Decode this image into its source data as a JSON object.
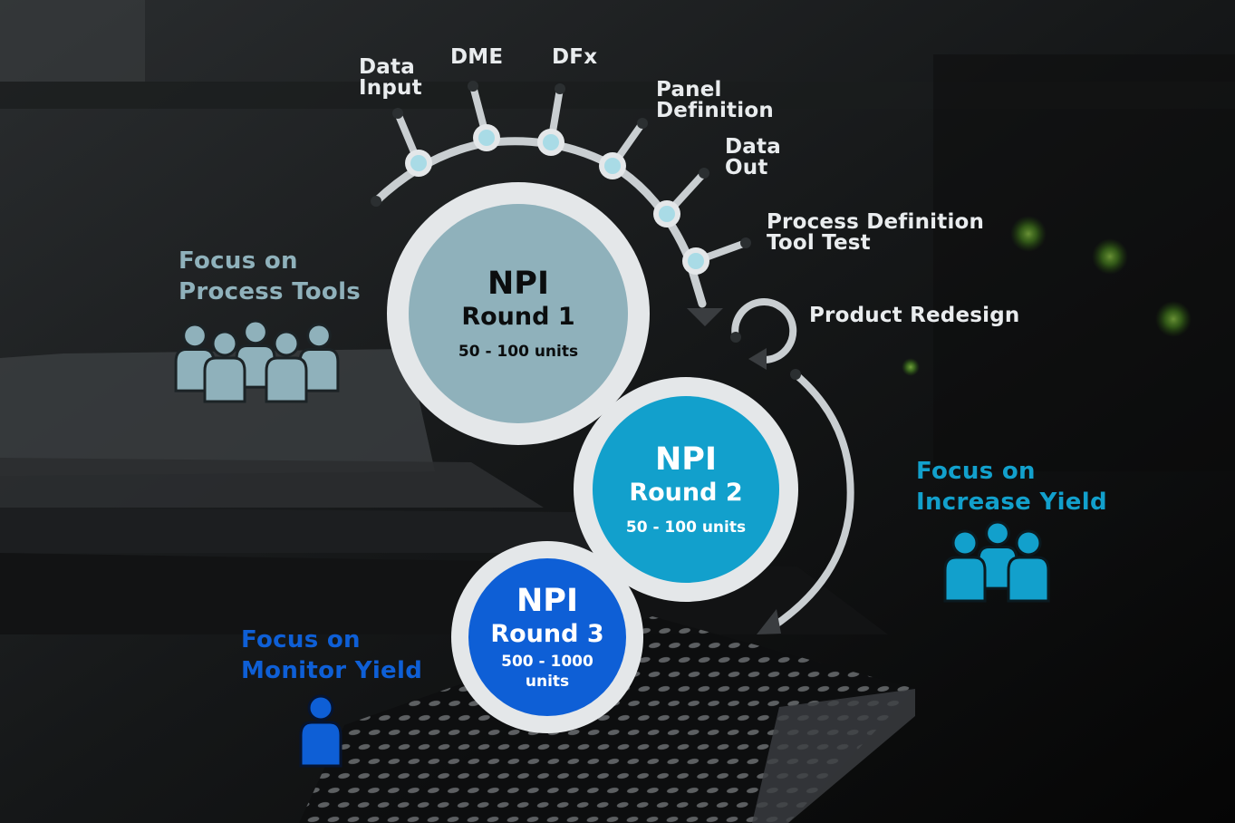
{
  "stages": [
    {
      "label_lines": [
        "Data",
        "Input"
      ]
    },
    {
      "label_lines": [
        "DME"
      ]
    },
    {
      "label_lines": [
        "DFx"
      ]
    },
    {
      "label_lines": [
        "Panel",
        "Definition"
      ]
    },
    {
      "label_lines": [
        "Data",
        "Out"
      ]
    },
    {
      "label_lines": [
        "Process Definition",
        "Tool Test"
      ]
    }
  ],
  "redesign_label": "Product Redesign",
  "rounds": [
    {
      "title": "NPI",
      "round": "Round 1",
      "units": "50 - 100 units",
      "color": "#8fb1bb",
      "text_color": "#0b0d0e"
    },
    {
      "title": "NPI",
      "round": "Round 2",
      "units": "50 - 100 units",
      "color": "#12a0cc",
      "text_color": "#ffffff"
    },
    {
      "title": "NPI",
      "round": "Round 3",
      "units": "500 - 1000 units",
      "color": "#0e5fd6",
      "text_color": "#ffffff"
    }
  ],
  "focus": [
    {
      "lines": [
        "Focus on",
        "Process Tools"
      ],
      "color": "#8fb1bb",
      "people_icon": "group-of-five-people-icon"
    },
    {
      "lines": [
        "Focus on",
        "Increase Yield"
      ],
      "color": "#12a0cc",
      "people_icon": "group-of-three-people-icon"
    },
    {
      "lines": [
        "Focus on",
        "Monitor Yield"
      ],
      "color": "#0e5fd6",
      "people_icon": "single-person-icon"
    }
  ],
  "connector_color": "#c9ced1"
}
